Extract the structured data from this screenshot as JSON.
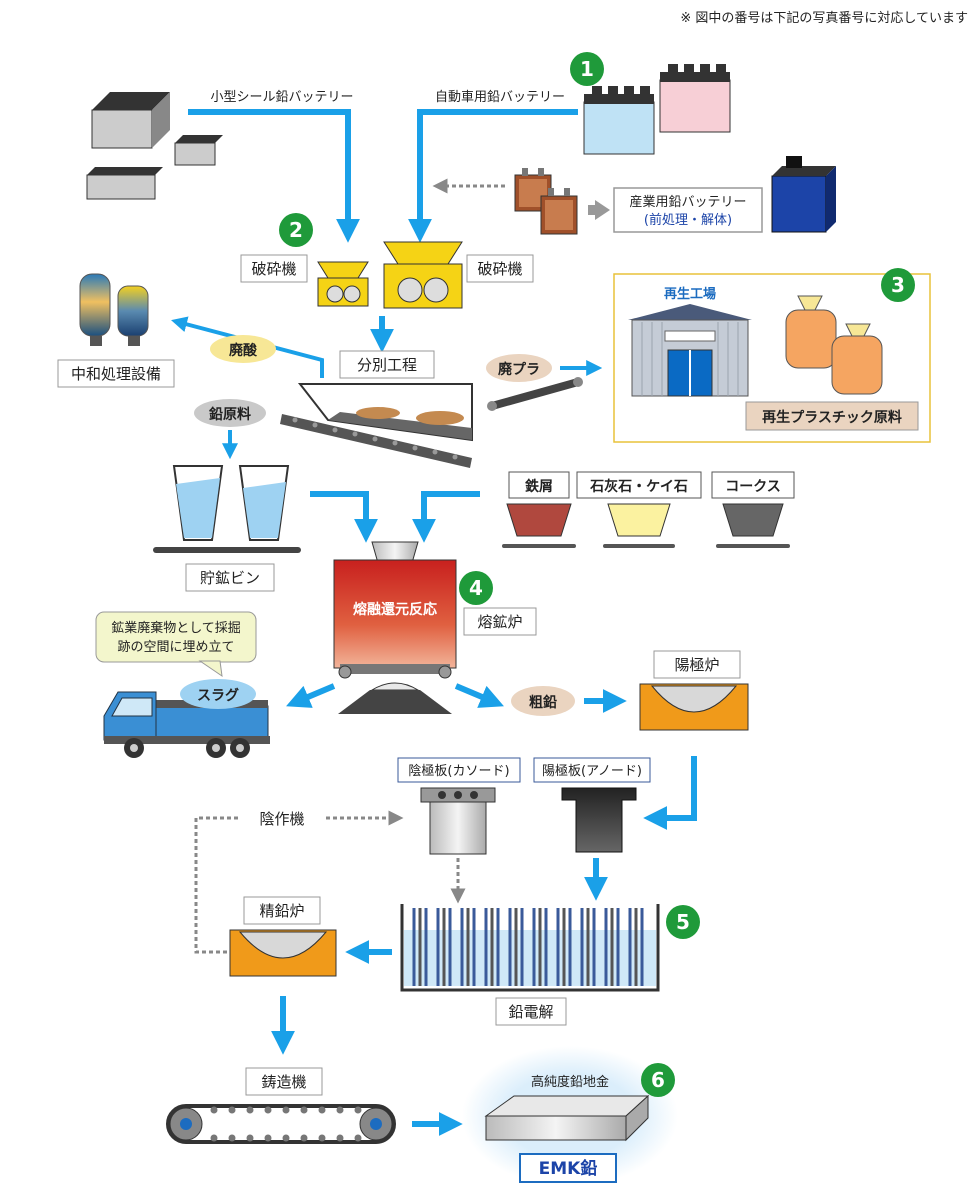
{
  "note": "※ 図中の番号は下記の写真番号に対応しています",
  "sources": {
    "small_battery": "小型シール鉛バッテリー",
    "car_battery": "自動車用鉛バッテリー",
    "industrial_line1": "産業用鉛バッテリー",
    "industrial_line2": "(前処理・解体)"
  },
  "steps": {
    "crusher_left": "破砕機",
    "crusher_right": "破砕機",
    "separation": "分別工程",
    "neutralize": "中和処理設備",
    "waste_acid": "廃酸",
    "lead_raw": "鉛原料",
    "waste_plastic": "廃プラ",
    "recycle_plant": "再生工場",
    "recycled_plastic": "再生プラスチック原料",
    "ore_bin": "貯鉱ビン",
    "iron": "鉄屑",
    "limestone": "石灰石・ケイ石",
    "coke": "コークス",
    "smelt_reaction": "熔融還元反応",
    "smelter": "熔鉱炉",
    "landfill_line1": "鉱業廃棄物として採掘",
    "landfill_line2": "跡の空間に埋め立て",
    "slag": "スラグ",
    "crude_lead": "粗鉛",
    "anode_furnace": "陽極炉",
    "cathode": "陰極板(カソード)",
    "anode": "陽極板(アノード)",
    "cathode_machine": "陰作機",
    "refine_furnace": "精鉛炉",
    "electrolysis": "鉛電解",
    "casting": "鋳造機",
    "ingot": "高純度鉛地金",
    "product": "EMK鉛"
  },
  "badges": [
    "1",
    "2",
    "3",
    "4",
    "5",
    "6"
  ],
  "colors": {
    "arrow_blue": "#1aa0e8",
    "badge_green": "#1f9a3a",
    "furnace_red": "#d4322c",
    "orange": "#f09a1a",
    "yellow": "#f5d315",
    "sand": "#ead4c0"
  }
}
